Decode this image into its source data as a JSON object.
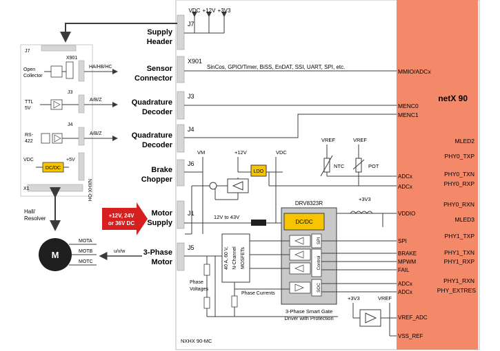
{
  "supply_header": {
    "label_line1": "Supply",
    "label_line2": "Header",
    "connector": "J7"
  },
  "supply_rails": [
    "VDC",
    "+12V",
    "+3V3"
  ],
  "sensor": {
    "label_line1": "Sensor",
    "label_line2": "Connector",
    "connector": "X901",
    "signals": "SinCos, GPIO/Timer, BiSS, EnDAT, SSI, UART, SPI, etc."
  },
  "quad1": {
    "label_line1": "Quadrature",
    "label_line2": "Decoder",
    "connector": "J3"
  },
  "quad2": {
    "label_line1": "Quadrature",
    "label_line2": "Decoder",
    "connector": "J4"
  },
  "brake": {
    "label_line1": "Brake",
    "label_line2": "Chopper",
    "connector": "J6"
  },
  "motor_supply": {
    "label_line1": "Motor",
    "label_line2": "Supply",
    "connector": "J1",
    "range": "12V to 43V"
  },
  "phase_motor": {
    "label_line1": "3-Phase",
    "label_line2": "Motor",
    "connector": "J5"
  },
  "left_board": {
    "j7": "J7",
    "x901": "X901",
    "j3": "J3",
    "j4": "J4",
    "x1": "X1",
    "open_collector_1": "Open",
    "open_collector_2": "Collector",
    "hall_signals": "HA/HB/HC",
    "ttl_1": "TTL",
    "ttl_2": "5V",
    "ab_z_1": "A/B/Z",
    "rs422_1": "RS-",
    "rs422_2": "422",
    "ab_z_2": "A/B/Z",
    "vdc": "VDC",
    "plus5v": "+5V",
    "dcdc": "DC/DC",
    "board_name": "NXHX-OH"
  },
  "hall_resolver": {
    "line1": "Hall/",
    "line2": "Resolver"
  },
  "motor": {
    "letter": "M",
    "pins": [
      "MOTA",
      "MOTB",
      "MOTC"
    ],
    "uvw": "u/v/w"
  },
  "supply_arrow": {
    "line1": "+12V, 24V",
    "line2": "or 36V DC"
  },
  "power": {
    "vm": "VM",
    "v12": "+12V",
    "vdc": "VDC",
    "ldo": "LDO",
    "vref1": "VREF",
    "vref2": "VREF",
    "ntc": "NTC",
    "pot": "POT",
    "v33": "+3V3"
  },
  "mosfets": {
    "line1": "40 A, 60 V,",
    "line2": "N-Channel",
    "line3": "MOSFETs"
  },
  "phase_voltages": {
    "line1": "Phase",
    "line2": "Voltages"
  },
  "phase_currents": "Phase Currents",
  "driver": {
    "name": "DRV8323R",
    "dcdc": "DC/DC",
    "spi": "SPI",
    "control": "Control",
    "soc": "SOC",
    "caption1": "3-Phase Smart Gate",
    "caption2": "Driver with Protection"
  },
  "vref_circuit": {
    "v33": "+3V3",
    "vref": "VREF"
  },
  "mid_signals": {
    "mmio": "MMIO/ADCx",
    "menc0": "MENC0",
    "menc1": "MENC1",
    "adcx1": "ADCx",
    "adcx2": "ADCx",
    "vddio": "VDDIO",
    "spi": "SPI",
    "brake": "BRAKE",
    "mpwm": "MPWM",
    "fail": "FAIL",
    "adcx3": "ADCx",
    "adcx4": "ADCx",
    "vref_adc": "VREF_ADC",
    "vss_ref": "VSS_REF"
  },
  "netx": {
    "title": "netX 90",
    "pins": [
      "MLED2",
      "PHY0_TXP",
      "PHY0_TXN",
      "PHY0_RXP",
      "PHY0_RXN",
      "MLED3",
      "PHY1_TXP",
      "PHY1_TXN",
      "PHY1_RXP",
      "PHY1_RXN",
      "PHY_EXTRES"
    ]
  },
  "board_name": "NXHX 90-MC",
  "colors": {
    "netx": "#f4896a",
    "connector": "#d6d6d6",
    "yellow": "#f6c400",
    "red_arrow": "#d61f1f",
    "line": "#3a3a3a",
    "board_bg": "#ffffff",
    "grey_block": "#c8c8c8"
  }
}
